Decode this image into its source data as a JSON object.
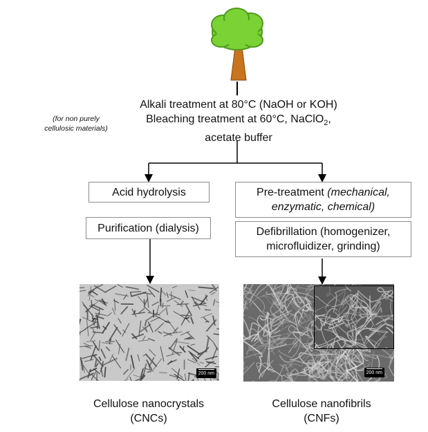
{
  "top_step": {
    "line1": "Alkali treatment at 80°C (NaOH or KOH)",
    "line2_prefix": "Bleaching treatment at 60°C, NaClO",
    "line2_sub": "2",
    "line2_suffix": ",",
    "line3": "acetate buffer"
  },
  "side_note": {
    "line1": "(for non purely",
    "line2": "cellulosic materials)"
  },
  "left_branch": {
    "step1": "Acid hydrolysis",
    "step2": "Purification (dialysis)",
    "image_scale": "200 nm",
    "caption_line1": "Cellulose nanocrystals",
    "caption_line2": "(CNCs)"
  },
  "right_branch": {
    "step1_plain": "Pre-treatment ",
    "step1_italic_a": "(mechanical,",
    "step1_italic_b": "enzymatic, chemical)",
    "step2_line1": "Defibrillation (homogenizer,",
    "step2_line2": "microfluidizer, grinding)",
    "image_scale": "200 nm",
    "caption_line1": "Cellulose nanofibrils",
    "caption_line2": "(CNFs)"
  },
  "colors": {
    "tree_foliage": "#7ad234",
    "tree_foliage_dark": "#4f9a1c",
    "tree_trunk": "#c8741e",
    "arrow": "#000000",
    "box_border": "#8c8c8c"
  }
}
